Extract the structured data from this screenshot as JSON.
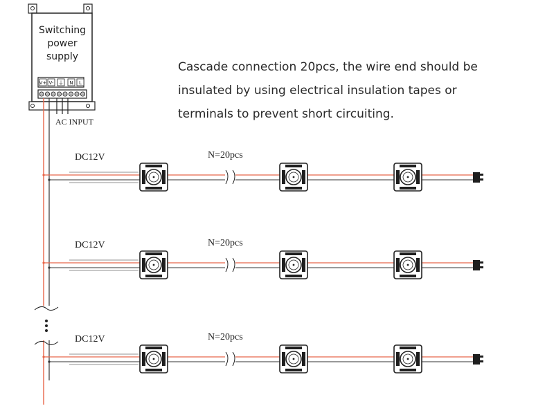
{
  "power_supply": {
    "label_lines": [
      "Switching",
      "power",
      "supply"
    ],
    "terminals": [
      "V+",
      "V-",
      "⏚",
      "N",
      "L"
    ],
    "ac_label": "AC INPUT"
  },
  "note": {
    "lines": [
      "Cascade connection 20pcs, the wire end should be",
      "insulated by using electrical insulation tapes or",
      "terminals to prevent short circuiting."
    ]
  },
  "rows": [
    {
      "voltage": "DC12V",
      "count": "N=20pcs",
      "modules": 3
    },
    {
      "voltage": "DC12V",
      "count": "N=20pcs",
      "modules": 3
    },
    {
      "voltage": "DC12V",
      "count": "N=20pcs",
      "modules": 3
    }
  ],
  "colors": {
    "positive_wire": "#e8664a",
    "negative_wire": "#333333",
    "module_body": "#1e1e1e",
    "outline": "#222222"
  }
}
